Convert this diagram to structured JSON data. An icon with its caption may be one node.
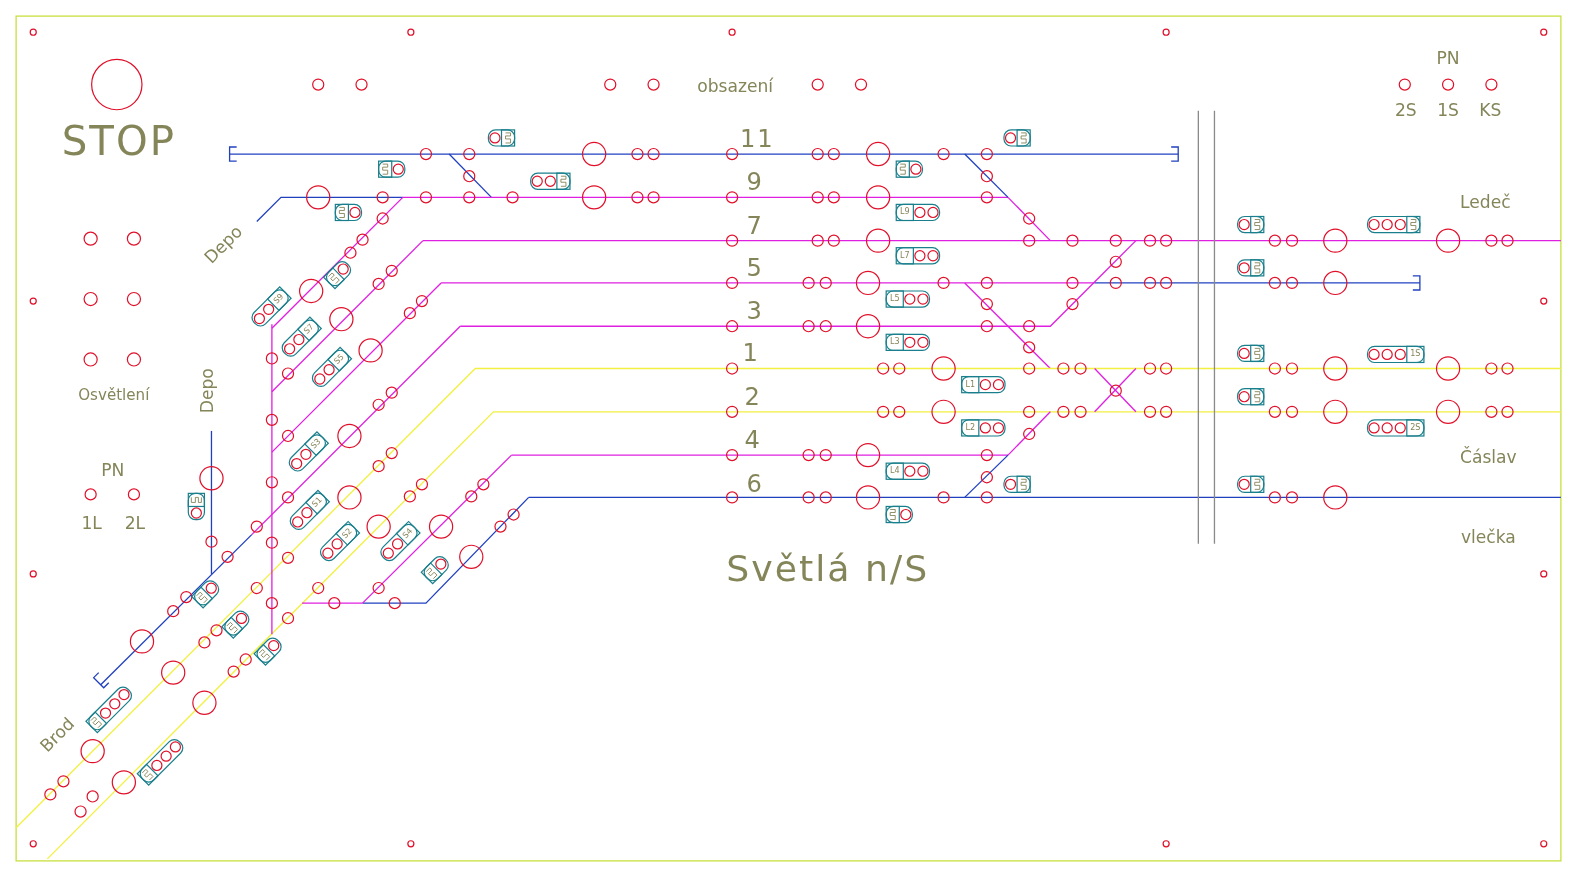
{
  "diagram": {
    "labels": [
      "STOP",
      "obsazení",
      "PN",
      "2S",
      "1S",
      "KS",
      "11",
      "9",
      "7",
      "5",
      "3",
      "1",
      "2",
      "4",
      "6",
      "Ledeč",
      "Depo",
      "Osvětlení",
      "Depo",
      "PN",
      "1L",
      "2L",
      "Čáslav",
      "vlečka",
      "Světlá n/S",
      "Brod",
      "L9",
      "L7",
      "L5",
      "L3",
      "L1",
      "L2",
      "L4",
      "S9",
      "S7",
      "S5",
      "S3",
      "S1",
      "S2",
      "S4",
      "1S",
      "2S"
    ]
  }
}
